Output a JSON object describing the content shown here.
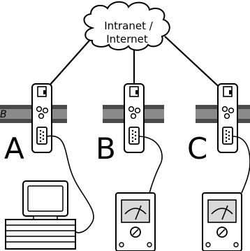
{
  "cloud": {
    "line1": "Intranet /",
    "line2": "Internet"
  },
  "edge_label": "B",
  "nodes": [
    {
      "id": "A",
      "label": "A",
      "peripheral": "computer"
    },
    {
      "id": "B",
      "label": "B",
      "peripheral": "meter"
    },
    {
      "id": "C",
      "label": "C",
      "peripheral": "meter"
    }
  ],
  "colors": {
    "stroke": "#000000",
    "rail": "#8a8a8a",
    "rail_edge": "#4a4a4a",
    "device": "#ffffff",
    "screen": "#d9d9d9"
  }
}
